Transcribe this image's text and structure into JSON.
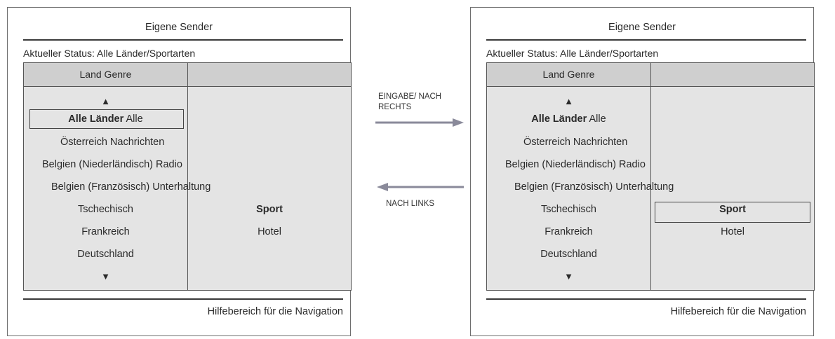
{
  "screen": {
    "title": "Eigene Sender",
    "status": "Aktueller Status: Alle Länder/Sportarten",
    "column_header": "Land Genre",
    "up_arrow": "▲",
    "down_arrow": "▼",
    "help": "Hilfebereich für die Navigation"
  },
  "rows": [
    {
      "country": "Alle Länder",
      "genre": "Alle"
    },
    {
      "country": "Österreich",
      "genre": "Nachrichten"
    },
    {
      "country": "Belgien (Niederländisch)",
      "genre": "Radio"
    },
    {
      "country": "Belgien (Französisch)",
      "genre": "Unterhaltung"
    },
    {
      "country": "Tschechisch",
      "genre": "Sport"
    },
    {
      "country": "Frankreich",
      "genre": "Hotel"
    },
    {
      "country": "Deutschland",
      "genre": ""
    }
  ],
  "transitions": {
    "forward_line1": "EINGABE/ NACH",
    "forward_line2": "RECHTS",
    "back": "NACH LINKS"
  },
  "colors": {
    "panel_bg": "#e4e4e4",
    "header_bg": "#cfcfcf",
    "arrow": "#8a8a9a"
  }
}
